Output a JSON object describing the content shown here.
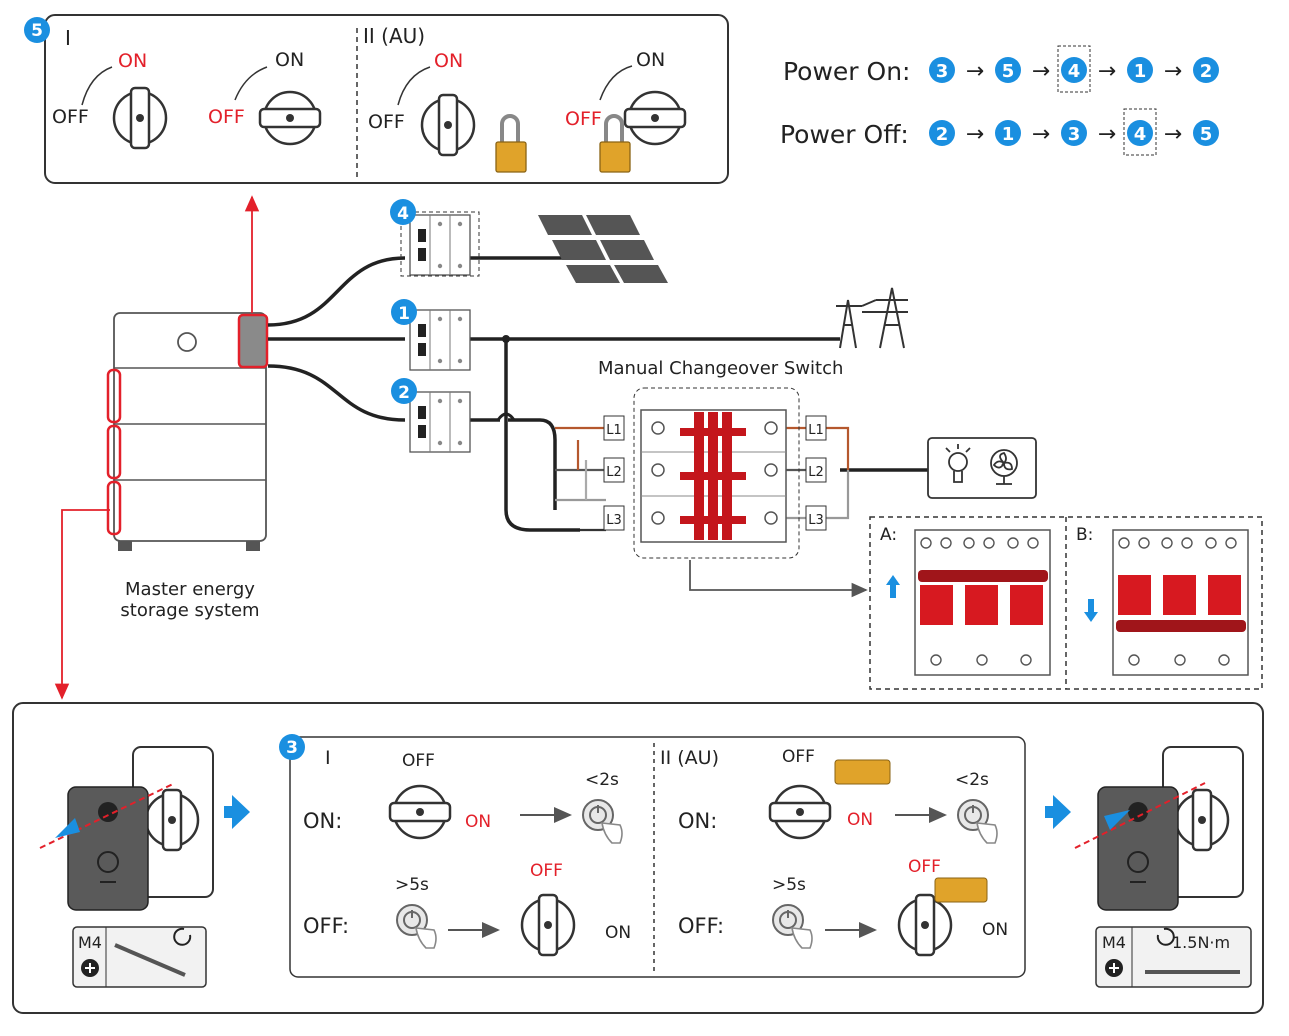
{
  "colors": {
    "blue": "#1a8fe0",
    "red": "#e3202a",
    "gold": "#e0a32a",
    "wire_brown": "#b5582e",
    "gray_panel": "#555555",
    "outline": "#333333"
  },
  "top_panel": {
    "step": "5",
    "section_i": "I",
    "section_ii": "II (AU)",
    "on": "ON",
    "off": "OFF"
  },
  "sequence": {
    "power_on_label": "Power On:",
    "power_on_steps": [
      "3",
      "5",
      "4",
      "1",
      "2"
    ],
    "power_off_label": "Power Off:",
    "power_off_steps": [
      "2",
      "1",
      "3",
      "4",
      "5"
    ],
    "arrow": "→"
  },
  "breakers": {
    "pv_step": "4",
    "grid_step": "1",
    "backup_step": "2"
  },
  "ess_label_line1": "Master energy",
  "ess_label_line2": "storage system",
  "changeover": {
    "title": "Manual Changeover Switch",
    "terminals": [
      "L1",
      "L2",
      "L3"
    ],
    "view_a": "A:",
    "view_b": "B:"
  },
  "bottom_panel": {
    "step": "3",
    "section_i": "I",
    "section_ii": "II (AU)",
    "on_label": "ON:",
    "off_label": "OFF:",
    "on": "ON",
    "off": "OFF",
    "lt2s": "<2s",
    "gt5s": ">5s",
    "screw": "M4",
    "torque": "1.5N·m"
  }
}
